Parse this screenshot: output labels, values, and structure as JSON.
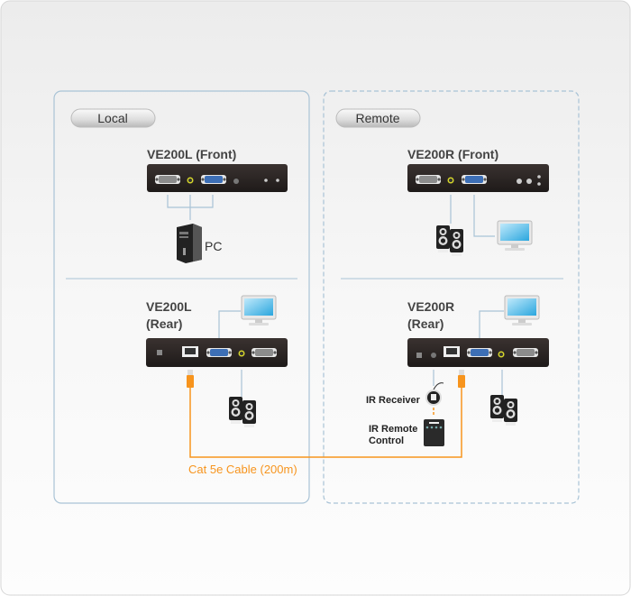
{
  "panels": {
    "local": {
      "label": "Local"
    },
    "remote": {
      "label": "Remote"
    }
  },
  "devices": {
    "local_front": {
      "title": "VE200L (Front)"
    },
    "local_rear": {
      "title_line1": "VE200L",
      "title_line2": "(Rear)"
    },
    "remote_front": {
      "title": "VE200R (Front)"
    },
    "remote_rear": {
      "title_line1": "VE200R",
      "title_line2": "(Rear)"
    }
  },
  "peripherals": {
    "pc": "PC",
    "ir_receiver": "IR Receiver",
    "ir_remote_line1": "IR Remote",
    "ir_remote_line2": "Control"
  },
  "cable": {
    "label": "Cat 5e Cable (200m)",
    "color": "#f7941d"
  },
  "colors": {
    "panel_border": "#a9c3d6",
    "connector_line": "#a9c3d6",
    "device_body": "#2b2523",
    "vga_port": "#3d6fb6"
  }
}
